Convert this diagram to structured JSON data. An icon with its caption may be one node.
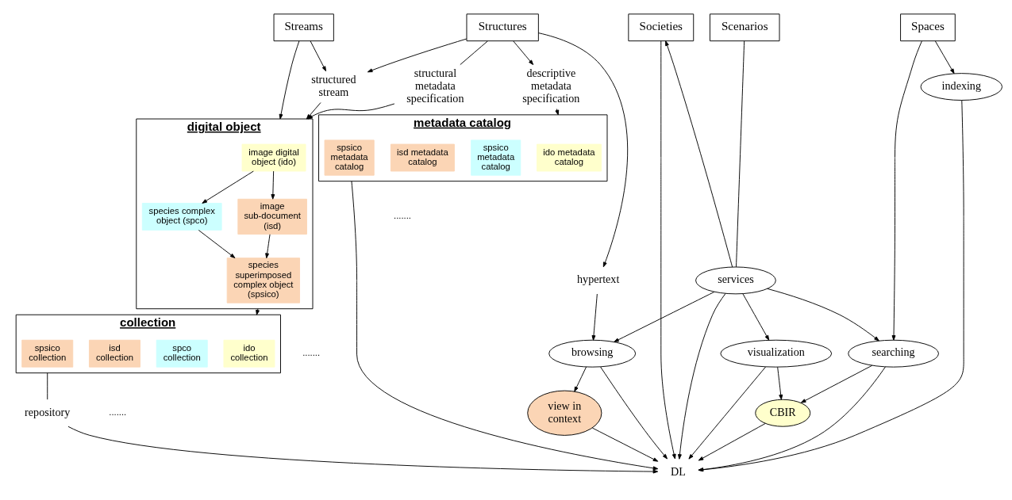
{
  "diagram": {
    "nodes": [
      {
        "text": [
          "Streams"
        ]
      },
      {
        "text": [
          "Structures"
        ]
      },
      {
        "text": [
          "Spaces"
        ]
      },
      {
        "text": [
          "Scenarios"
        ]
      },
      {
        "text": [
          "Societies"
        ]
      },
      {
        "text": [
          "structured stream"
        ]
      },
      {
        "text": [
          "structural metadata specification"
        ]
      },
      {
        "text": [
          "descriptive metadata specification"
        ]
      },
      {
        "text": [
          "hypertext"
        ]
      },
      {
        "text": [
          "services"
        ]
      },
      {
        "text": [
          "digital object"
        ]
      },
      {
        "text": [
          "image digital object (ido)"
        ],
        "in": 10
      },
      {
        "text": [
          "species complex object (spco)"
        ],
        "in": 10
      },
      {
        "text": [
          "image sub-document (isd)"
        ],
        "in": 10
      },
      {
        "text": [
          "species superimposed complex object (spsico)"
        ],
        "in": 10
      },
      {
        "text": [
          "metadata catalog"
        ]
      },
      {
        "text": [
          "ido metadata catalog"
        ],
        "in": 15
      },
      {
        "text": [
          "spsico metadata catalog"
        ],
        "in": 15
      },
      {
        "text": [
          "isd metadata catalog"
        ],
        "in": 15
      },
      {
        "text": [
          "spsico metadata catalog"
        ],
        "in": 15
      },
      {
        "text": [
          "browsing"
        ]
      },
      {
        "text": [
          "searching"
        ]
      },
      {
        "text": [
          "visualization"
        ]
      },
      {
        "text": [
          "indexing"
        ]
      },
      {
        "text": [
          "CBIR"
        ]
      },
      {
        "text": [
          "view in context"
        ]
      },
      {
        "text": [
          "collection"
        ]
      },
      {
        "text": [
          "ido collection"
        ],
        "in": 26
      },
      {
        "text": [
          "spco collection"
        ],
        "in": 26
      },
      {
        "text": [
          "isd collection"
        ],
        "in": 26
      },
      {
        "text": [
          "spsico collection"
        ],
        "in": 26
      },
      {
        "text": [
          "repository"
        ]
      },
      {
        "text": [
          "DL"
        ]
      }
    ],
    "edges": [
      {
        "from": 0,
        "to": 5,
        "arrow": "to"
      },
      {
        "from": 1,
        "to": 5,
        "arrow": "to"
      },
      {
        "from": 1,
        "to": 6,
        "arrow": "none"
      },
      {
        "from": 1,
        "to": 7,
        "arrow": "to"
      },
      {
        "from": 1,
        "to": 8,
        "arrow": "to"
      },
      {
        "from": 0,
        "to": 10,
        "arrow": "to"
      },
      {
        "from": 5,
        "to": 10,
        "arrow": "to"
      },
      {
        "from": 6,
        "to": 10,
        "arrow": "to"
      },
      {
        "from": 7,
        "to": 15,
        "arrow": "to"
      },
      {
        "from": 8,
        "to": 20,
        "arrow": "to"
      },
      {
        "from": 2,
        "to": 21,
        "arrow": "to"
      },
      {
        "from": 2,
        "to": 23,
        "arrow": "to"
      },
      {
        "from": 3,
        "to": 9,
        "arrow": "none"
      },
      {
        "from": 9,
        "to": 4,
        "arrow": "to"
      },
      {
        "from": 9,
        "to": 20,
        "arrow": "to"
      },
      {
        "from": 9,
        "to": 21,
        "arrow": "to"
      },
      {
        "from": 9,
        "to": 22,
        "arrow": "to"
      },
      {
        "from": 9,
        "to": 32,
        "arrow": "to"
      },
      {
        "from": 21,
        "to": 24,
        "arrow": "to"
      },
      {
        "from": 22,
        "to": 24,
        "arrow": "to"
      },
      {
        "from": 21,
        "to": 32,
        "arrow": "to"
      },
      {
        "from": 22,
        "to": 32,
        "arrow": "to"
      },
      {
        "from": 4,
        "to": 32,
        "arrow": "to"
      },
      {
        "from": 23,
        "to": 32,
        "arrow": "to"
      },
      {
        "from": 24,
        "to": 32,
        "arrow": "to"
      },
      {
        "from": 20,
        "to": 25,
        "arrow": "to"
      },
      {
        "from": 20,
        "to": 32,
        "arrow": "to"
      },
      {
        "from": 25,
        "to": 32,
        "arrow": "to"
      },
      {
        "from": 15,
        "to": 32,
        "arrow": "to"
      },
      {
        "from": 26,
        "to": 31,
        "arrow": "none"
      },
      {
        "from": 31,
        "to": 32,
        "arrow": "to"
      },
      {
        "from": 11,
        "to": 12,
        "arrow": "to"
      },
      {
        "from": 11,
        "to": 13,
        "arrow": "to"
      },
      {
        "from": 12,
        "to": 14,
        "arrow": "to"
      },
      {
        "from": 13,
        "to": 14,
        "arrow": "to"
      },
      {
        "from": 10,
        "to": 26,
        "arrow": "to"
      }
    ],
    "labels": [
      ".......",
      ".......",
      "......."
    ]
  }
}
